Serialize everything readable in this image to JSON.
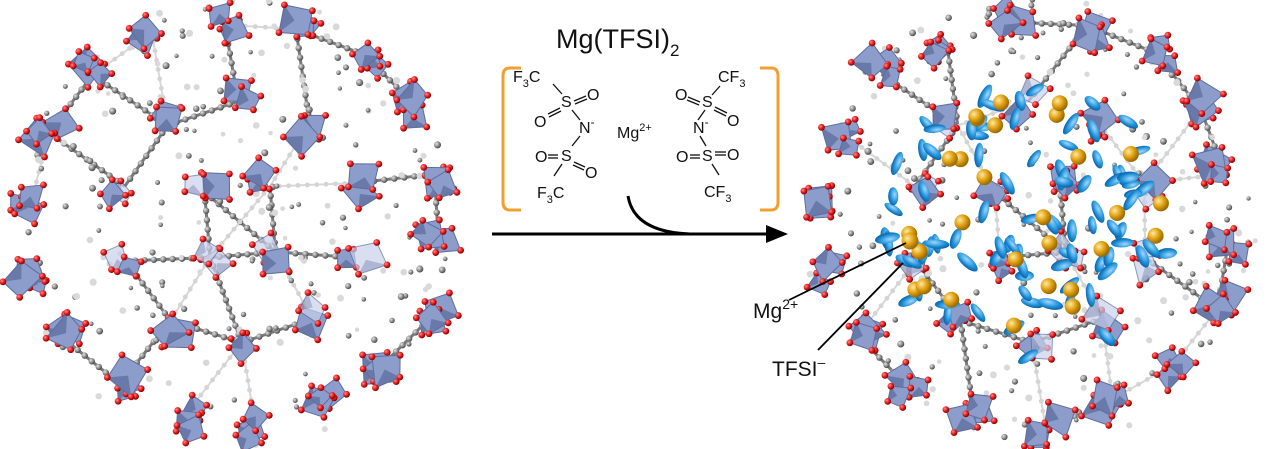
{
  "reagent": {
    "formula_main": "Mg(TFSI)",
    "formula_sub": "2"
  },
  "structure": {
    "left_anion": {
      "f3c_main": "F",
      "f3c_sub": "3",
      "f3c_tail": "C",
      "s_top": "S",
      "o_top_left": "O",
      "o_top_right": "O",
      "n": "N",
      "n_charge": "-",
      "s_bottom": "S",
      "o_bot_left": "O",
      "o_bot_right": "O",
      "f3c_bottom_main": "F",
      "f3c_bottom_sub": "3",
      "f3c_bottom_tail": "C"
    },
    "cation": {
      "main": "Mg",
      "charge": "2+"
    },
    "right_anion": {
      "cf3_main": "CF",
      "cf3_sub": "3",
      "s_top": "S",
      "o_top_left": "O",
      "o_top_right": "O",
      "n": "N",
      "n_charge": "-",
      "s_bottom": "S",
      "o_bot_left": "O",
      "o_bot_right": "O",
      "cf3_bottom_main": "CF",
      "cf3_bottom_sub": "3"
    }
  },
  "callouts": {
    "mg_main": "Mg",
    "mg_charge": "2+",
    "tfsi_main": "TFSI",
    "tfsi_charge": "–"
  },
  "colors": {
    "bracket": "#F0A030",
    "polyhedra": "#8C9CCB",
    "polyhedra_dark": "#5E6E9E",
    "oxygen": "#E01818",
    "carbon": "#8A8A8A",
    "mg_ion": "#E0A010",
    "tfsi_ellipse": "#1E90D8",
    "arrow": "#000000"
  }
}
